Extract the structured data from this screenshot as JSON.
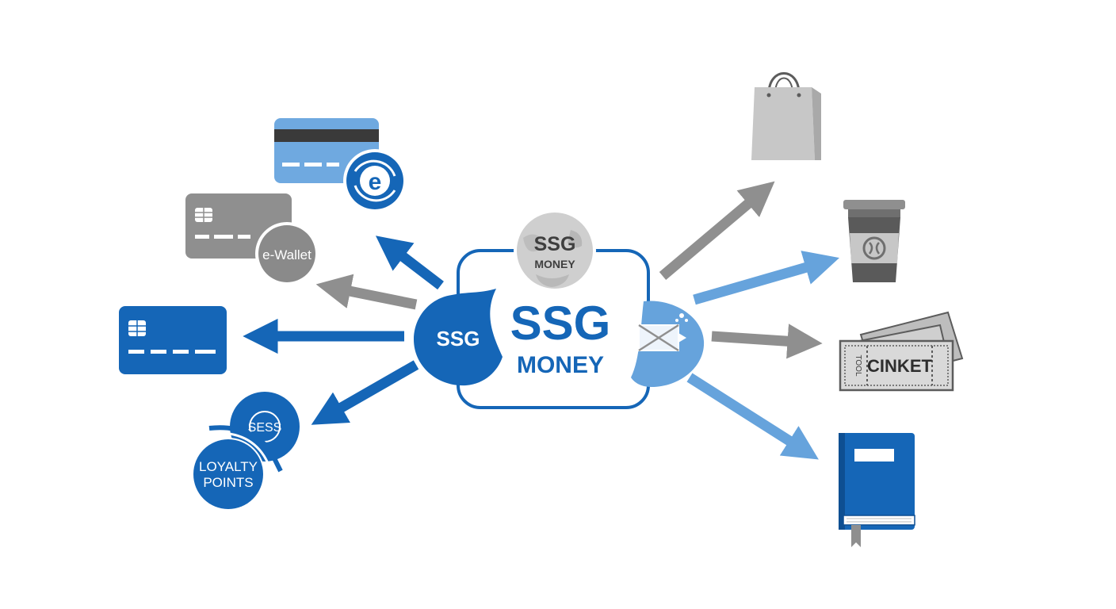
{
  "hub": {
    "badge_line1": "SSG",
    "badge_line2": "MONEY",
    "left_emblem": "SSG",
    "title": "SSG",
    "subtitle": "MONEY",
    "right_emblem_icon": "envelope-sparkle-icon"
  },
  "sources": {
    "card_blue_top": {
      "icon": "credit-card-icon",
      "badge_letter": "e",
      "badge_icon": "e-refresh-icon"
    },
    "ewallet": {
      "icon": "credit-card-chip-icon",
      "label": "e-Wallet"
    },
    "card_blue_solid": {
      "icon": "credit-card-chip-icon"
    },
    "loyalty": {
      "coin_label": "SESS",
      "label_line1": "LOYALTY",
      "label_line2": "POINTS"
    }
  },
  "destinations": {
    "shopping": {
      "icon": "shopping-bag-icon"
    },
    "coffee": {
      "icon": "coffee-cup-icon"
    },
    "tickets": {
      "icon": "ticket-icon",
      "label": "CINKET",
      "side_label": "TOOL"
    },
    "book": {
      "icon": "book-icon"
    }
  },
  "colors": {
    "blue_dark": "#1566b7",
    "blue_light": "#66a3dc",
    "card_light": "#6fa9e0",
    "gray": "#8f8f8f",
    "gray_light": "#c7c7c7",
    "gray_dark": "#5c5c5c"
  }
}
